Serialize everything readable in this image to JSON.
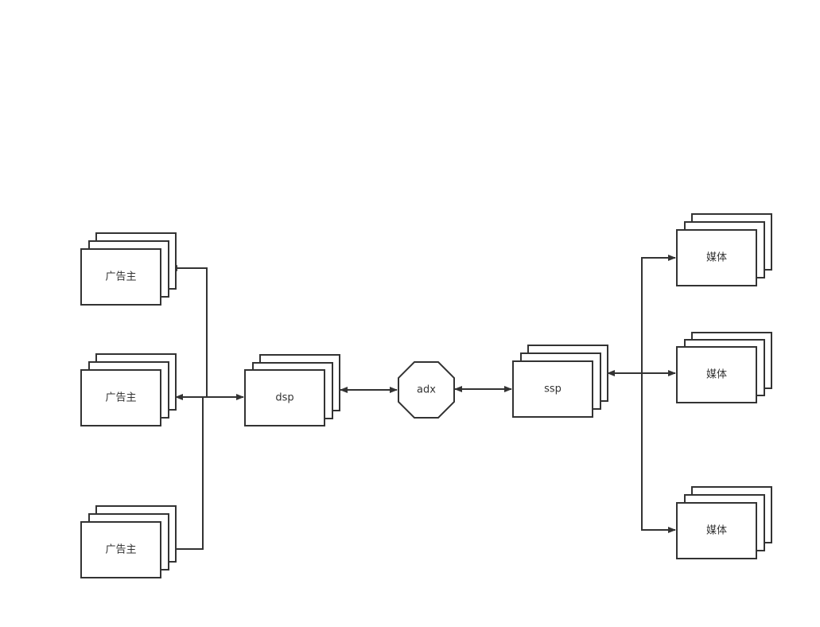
{
  "diagram": {
    "nodes": {
      "advertiser_1": {
        "label": "广告主",
        "shape": "stacked-rect"
      },
      "advertiser_2": {
        "label": "广告主",
        "shape": "stacked-rect"
      },
      "advertiser_3": {
        "label": "广告主",
        "shape": "stacked-rect"
      },
      "dsp": {
        "label": "dsp",
        "shape": "stacked-rect"
      },
      "adx": {
        "label": "adx",
        "shape": "octagon"
      },
      "ssp": {
        "label": "ssp",
        "shape": "stacked-rect"
      },
      "media_1": {
        "label": "媒体",
        "shape": "stacked-rect"
      },
      "media_2": {
        "label": "媒体",
        "shape": "stacked-rect"
      },
      "media_3": {
        "label": "媒体",
        "shape": "stacked-rect"
      }
    },
    "edges": [
      {
        "from": "dsp",
        "to": "advertiser_1",
        "direction": "forward"
      },
      {
        "from": "dsp",
        "to": "advertiser_2",
        "direction": "both"
      },
      {
        "from": "dsp",
        "to": "advertiser_3",
        "direction": "forward"
      },
      {
        "from": "dsp",
        "to": "adx",
        "direction": "both"
      },
      {
        "from": "adx",
        "to": "ssp",
        "direction": "both"
      },
      {
        "from": "ssp",
        "to": "media_1",
        "direction": "forward"
      },
      {
        "from": "ssp",
        "to": "media_2",
        "direction": "both"
      },
      {
        "from": "ssp",
        "to": "media_3",
        "direction": "forward"
      }
    ],
    "colors": {
      "stroke": "#333333",
      "fill": "#ffffff",
      "text": "#333333"
    }
  }
}
